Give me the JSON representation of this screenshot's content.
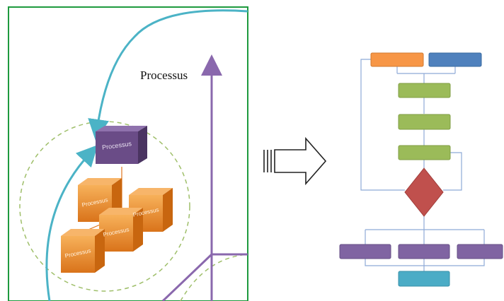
{
  "diagram": {
    "left_panel": {
      "axis_label": "Processus",
      "top_box_label": "Processus",
      "process_box_labels": [
        "Processus",
        "Processus",
        "Processus",
        "Processus"
      ]
    },
    "colors": {
      "frame": "#1e9a3e",
      "axis": "#8a68ad",
      "curve": "#4bb3c6",
      "dashed_circle": "#9fbf6a",
      "box_orange": "#f0922b",
      "box_purple": "#6a4c87",
      "flow_orange": "#f79646",
      "flow_blue": "#4f81bd",
      "flow_green": "#9bbb59",
      "flow_red": "#c0504d",
      "flow_purple": "#8064a2",
      "flow_cyan": "#4bacc6",
      "connector": "#8eaad7"
    }
  }
}
